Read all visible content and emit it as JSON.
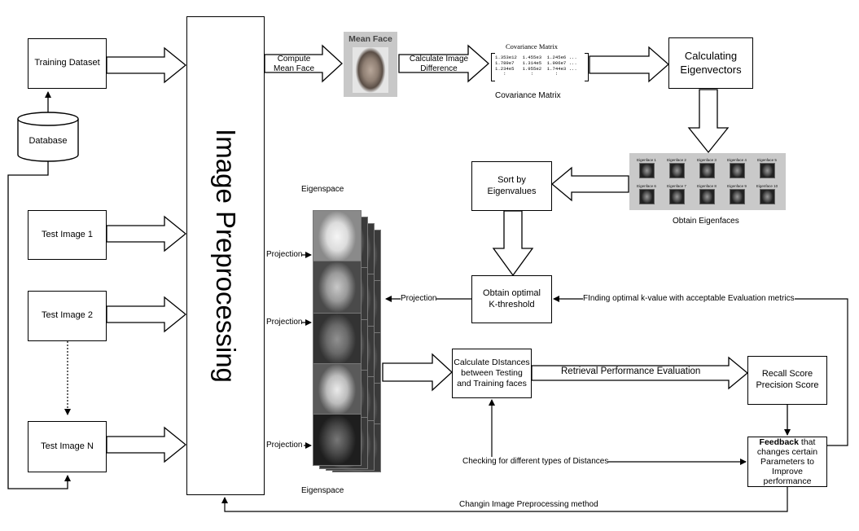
{
  "boxes": {
    "training_dataset": "Training Dataset",
    "database": "Database",
    "test_image_1": "Test Image 1",
    "test_image_2": "Test Image 2",
    "test_image_n": "Test Image N",
    "image_preprocessing": "Image Preprocessing",
    "calculating_eigenvectors": "Calculating Eigenvectors",
    "sort_by_eigenvalues": "Sort by Eigenvalues",
    "obtain_optimal_k": "Obtain optimal K-threshold",
    "calculate_distances": "Calculate DIstances between Testing and Training faces",
    "recall_precision": "Recall Score Precision Score",
    "feedback_bold": "Feedback",
    "feedback_rest": " that changes certain Parameters to Improve performance"
  },
  "labels": {
    "compute_mean_face": "Compute Mean Face",
    "calculate_image_difference": "Calculate Image Difference",
    "covariance_matrix_caption": "Covariance Matrix",
    "obtain_eigenfaces": "Obtain Eigenfaces",
    "eigenspace_top": "Eigenspace",
    "eigenspace_bottom": "Eigenspace",
    "projection": "Projection",
    "projection_right": "Projection",
    "finding_k": "FInding optimal k-value with acceptable Evaluation metrics",
    "retrieval_eval": "Retrieval Performance Evaluation",
    "checking_distances": "Checking for different types of Distances",
    "changing_preprocessing": "Changin Image Preprocessing method"
  },
  "mean_face": {
    "title": "Mean Face"
  },
  "covariance": {
    "title": "Covariance Matrix",
    "rows": [
      "1.353e12  1.455e3  1.245e6 ...",
      "1.789e7   1.314e5  1.906e7 ...",
      "1.234e5   1.955e2  1.744e3 ...",
      "   :         :        :"
    ]
  },
  "eigenfaces": [
    "Eigenface 1",
    "Eigenface 2",
    "Eigenface 3",
    "Eigenface 4",
    "Eigenface 5",
    "Eigenface 6",
    "Eigenface 7",
    "Eigenface 8",
    "Eigenface 9",
    "Eigenface 10"
  ]
}
